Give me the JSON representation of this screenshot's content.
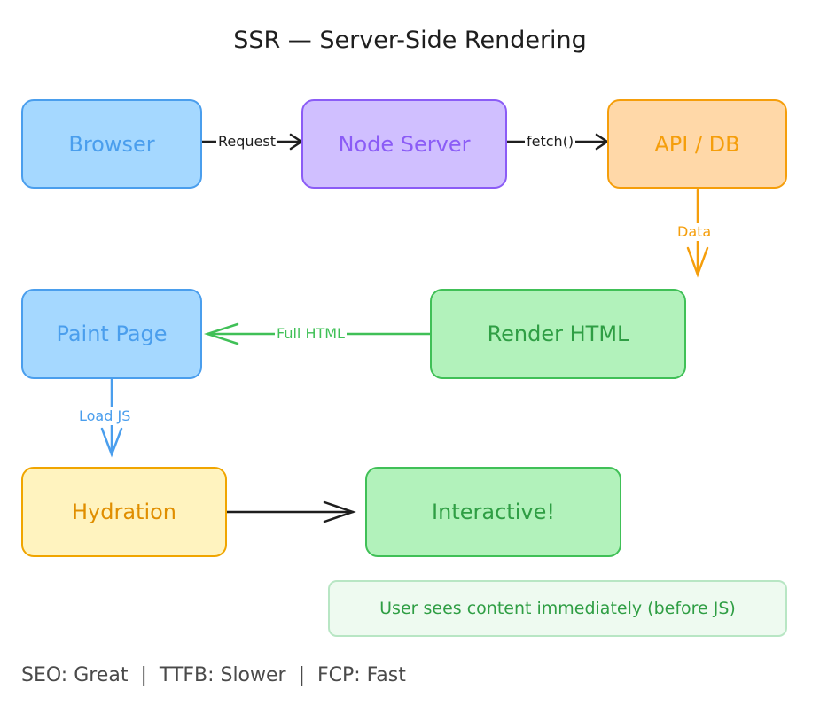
{
  "title": "SSR — Server-Side Rendering",
  "nodes": {
    "browser": "Browser",
    "node_server": "Node Server",
    "api_db": "API / DB",
    "render_html": "Render HTML",
    "paint_page": "Paint Page",
    "hydration": "Hydration",
    "interactive": "Interactive!"
  },
  "edges": {
    "request": "Request",
    "fetch": "fetch()",
    "data": "Data",
    "full_html": "Full HTML",
    "load_js": "Load JS"
  },
  "note": "User sees content immediately (before JS)",
  "footer": "SEO: Great  |  TTFB: Slower  |  FCP: Fast",
  "colors": {
    "blue_fill": "#a5d8ff",
    "blue_stroke": "#4a9eed",
    "purple_fill": "#d0bfff",
    "purple_stroke": "#8b5cf6",
    "orange_fill": "#ffd8a8",
    "orange_stroke": "#f59e0b",
    "green_fill": "#b2f2bb",
    "green_stroke": "#40c057",
    "yellow_fill": "#fff3bf",
    "yellow_stroke": "#f0a500",
    "dark": "#1e1e1e"
  }
}
